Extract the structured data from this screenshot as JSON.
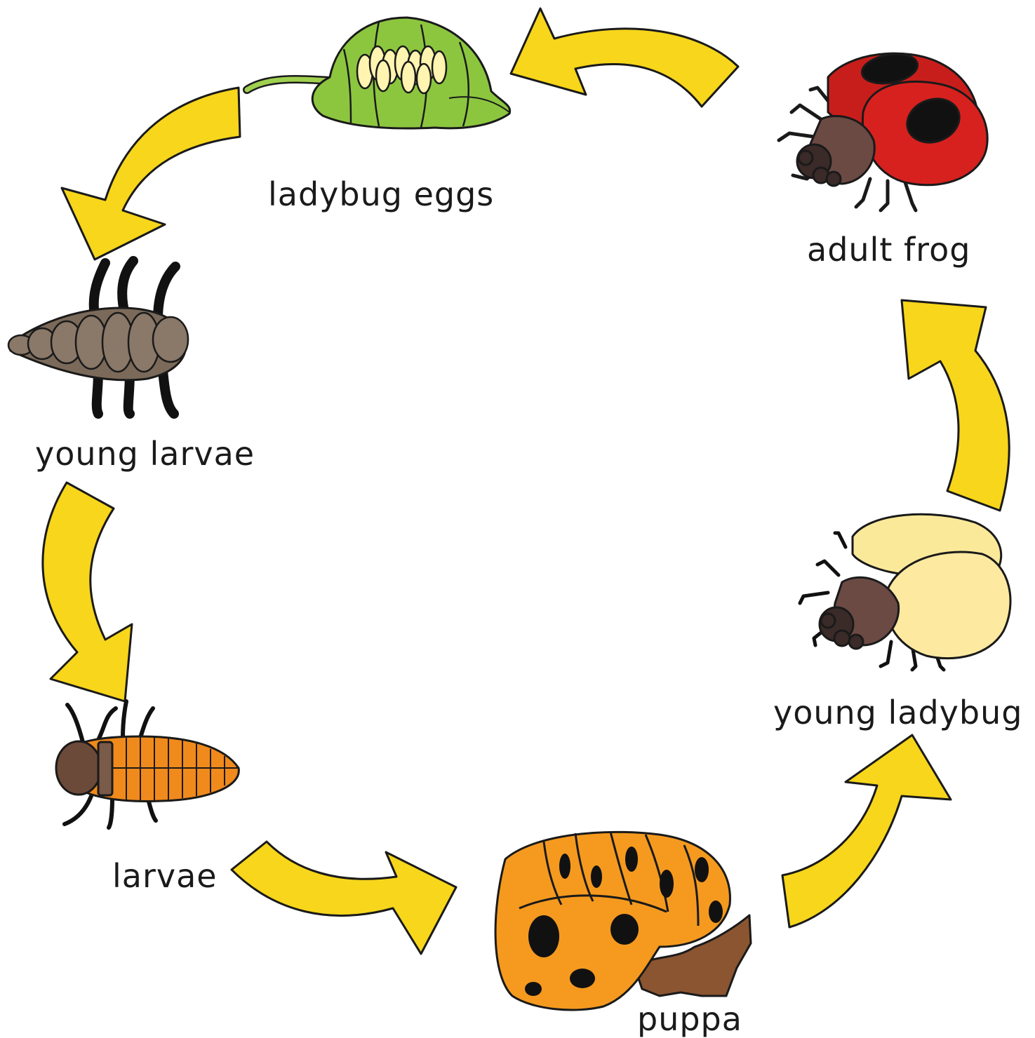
{
  "stages": {
    "eggs": {
      "label": "ladybug eggs"
    },
    "adult": {
      "label": "adult frog"
    },
    "young_larvae": {
      "label": "young larvae"
    },
    "young_ladybug": {
      "label": "young ladybug"
    },
    "larvae": {
      "label": "larvae"
    },
    "puppa": {
      "label": "puppa"
    }
  },
  "colors": {
    "arrow": "#f7d61b",
    "leaf": "#8cc63f",
    "egg": "#fff4b0",
    "ladybug_red": "#d7211e",
    "ladybug_spots": "#111111",
    "head_brown": "#6b4a44",
    "larva_gray": "#7b6a5a",
    "larva_orange": "#f08a1c",
    "pupa_orange": "#f59a1f",
    "young_shell": "#fbe99a"
  }
}
